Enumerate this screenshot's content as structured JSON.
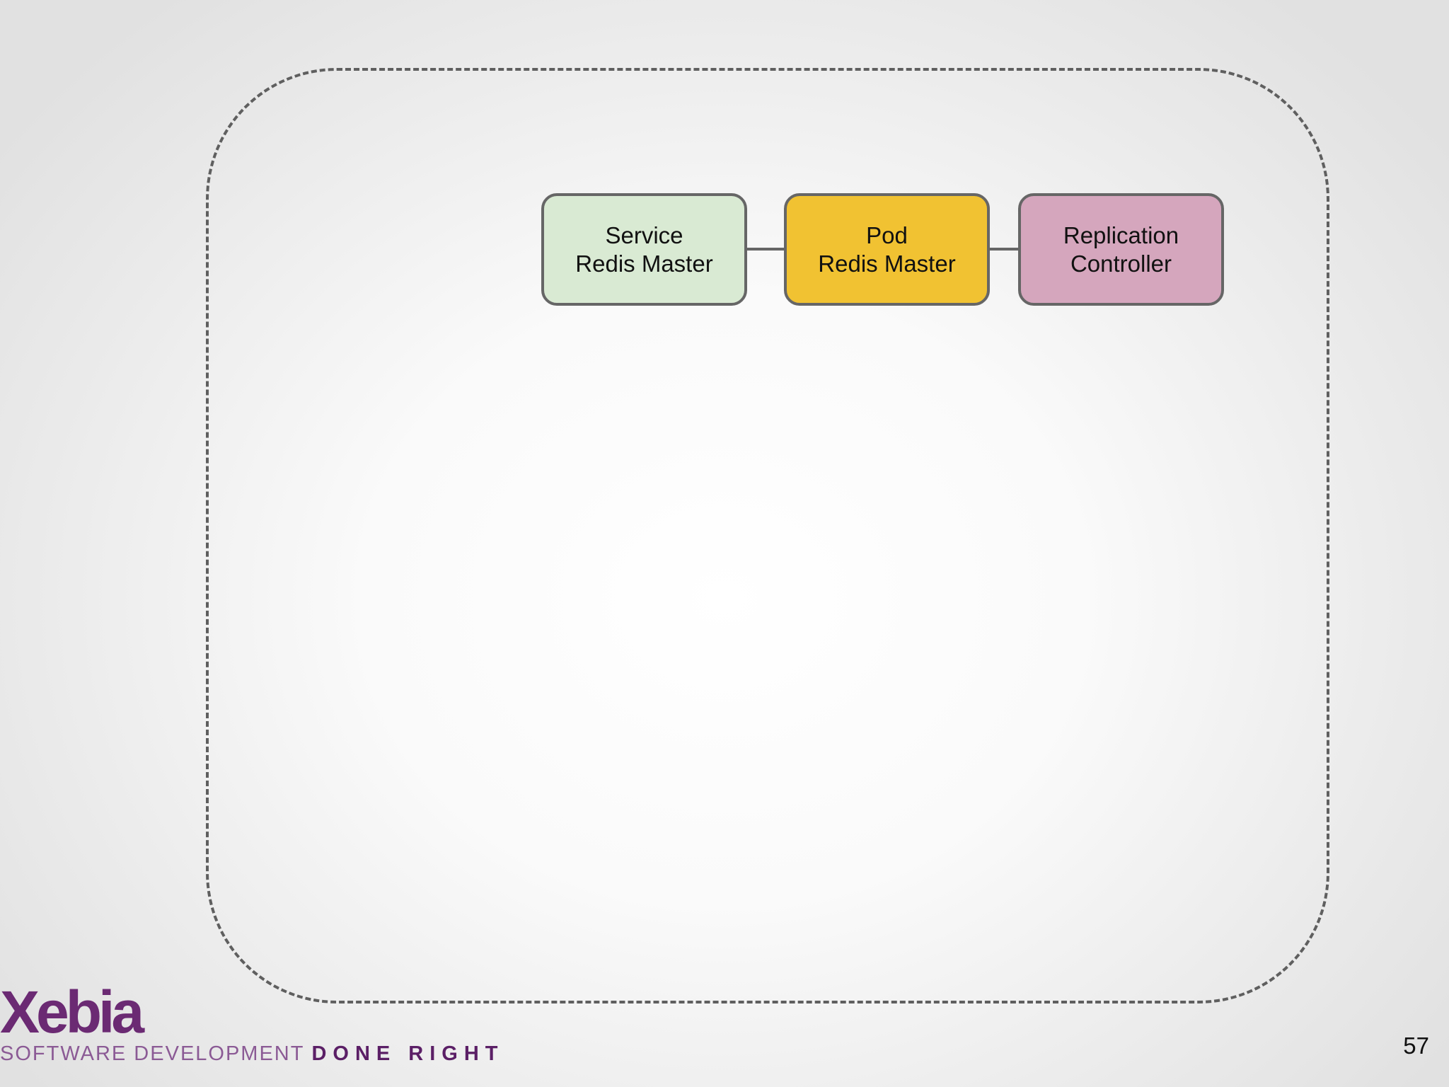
{
  "diagram": {
    "nodes": [
      {
        "id": "service",
        "label": "Service\nRedis Master",
        "color": "#d9ead3"
      },
      {
        "id": "pod",
        "label": "Pod\nRedis Master",
        "color": "#f1c232"
      },
      {
        "id": "replication-controller",
        "label": "Replication\nController",
        "color": "#d5a6bd"
      }
    ],
    "edges": [
      {
        "from": "service",
        "to": "pod"
      },
      {
        "from": "pod",
        "to": "replication-controller"
      }
    ],
    "boundary_style": "dashed rounded rectangle"
  },
  "branding": {
    "logo_text": "Xebia",
    "tagline_part1": "SOFTWARE DEVELOPMENT",
    "tagline_part2": "DONE RIGHT",
    "brand_color": "#6b2a73"
  },
  "slide": {
    "page_number": "57"
  }
}
